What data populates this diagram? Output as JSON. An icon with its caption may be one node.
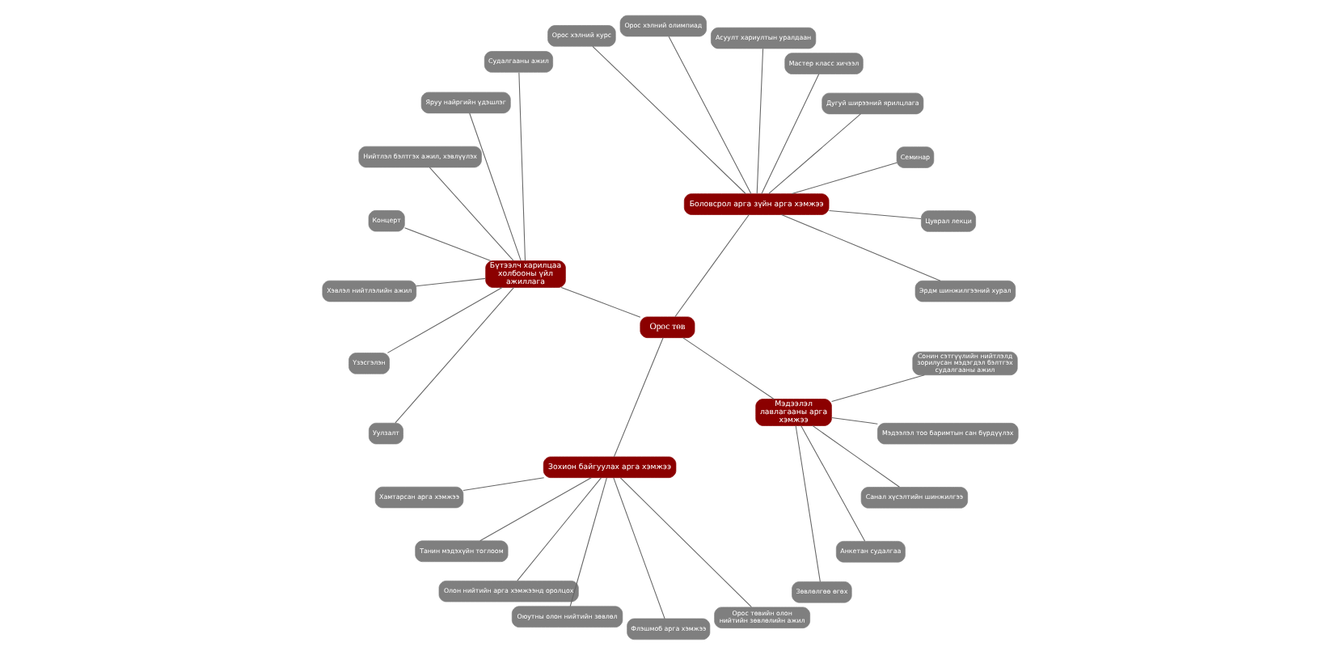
{
  "diagram": {
    "nodes": [
      {
        "text": [
          "Орос төв"
        ]
      },
      {
        "text": [
          "Боловсрол арга зүйн арга хэмжээ"
        ]
      },
      {
        "text": [
          "Эрдм шинжилгээний хурал"
        ]
      },
      {
        "text": [
          "Цуврал лекци"
        ]
      },
      {
        "text": [
          "Семинар"
        ]
      },
      {
        "text": [
          "Дугуй ширээний ярилцлага"
        ]
      },
      {
        "text": [
          "Мастер класс хичээл"
        ]
      },
      {
        "text": [
          "Асуулт хариултын уралдаан"
        ]
      },
      {
        "text": [
          "Орос хэлний олимпиад"
        ]
      },
      {
        "text": [
          "Орос хэлний курс"
        ]
      },
      {
        "text": [
          "Бүтээлч харилцаа холбооны үйл ажиллага"
        ]
      },
      {
        "text": [
          "Судалгааны ажил"
        ]
      },
      {
        "text": [
          "Яруу найргийн үдэшлэг"
        ]
      },
      {
        "text": [
          "Нийтлэл бэлтгэх ажил, хэвлүүлэх"
        ]
      },
      {
        "text": [
          "Концерт"
        ]
      },
      {
        "text": [
          "Хэвлэл нийтлэлийн ажил"
        ]
      },
      {
        "text": [
          "Үзэсгэлэн"
        ]
      },
      {
        "text": [
          "Уулзалт"
        ]
      },
      {
        "text": [
          "Зохион байгуулах арга хэмжээ"
        ]
      },
      {
        "text": [
          "Хамтарсан арга хэмжээ"
        ]
      },
      {
        "text": [
          "Танин мэдэхүйн тоглоом"
        ]
      },
      {
        "text": [
          "Олон нийтийн арга хэмжээнд оролцох"
        ]
      },
      {
        "text": [
          "Оюутны олон нийтийн зөвлөл"
        ]
      },
      {
        "text": [
          "Флэшмоб арга хэмжээ"
        ]
      },
      {
        "text": [
          "Орос төвийн олон нийтийн зөвлөлийн ажил"
        ]
      },
      {
        "text": [
          "Мэдээлэл лавлагааны арга хэмжээ"
        ]
      },
      {
        "text": [
          "Зөвлөлгөө өгөх"
        ]
      },
      {
        "text": [
          "Анкетан судалгаа"
        ]
      },
      {
        "text": [
          "Санал хүсэлтийн шинжилгээ"
        ]
      },
      {
        "text": [
          "Мэдээлэл тоо баримтын сан бүрдүүлэх"
        ]
      },
      {
        "text": [
          "Сонин сэтгүүлийн нийтлэлд зорилусан мэдэгдэл бэлтгэх судалгааны ажил"
        ]
      }
    ],
    "edges": [
      {
        "from": 0,
        "to": 1,
        "arrow": "none"
      },
      {
        "from": 0,
        "to": 10,
        "arrow": "none"
      },
      {
        "from": 0,
        "to": 18,
        "arrow": "none"
      },
      {
        "from": 0,
        "to": 25,
        "arrow": "none"
      },
      {
        "from": 1,
        "to": 2,
        "arrow": "none"
      },
      {
        "from": 1,
        "to": 3,
        "arrow": "none"
      },
      {
        "from": 1,
        "to": 4,
        "arrow": "none"
      },
      {
        "from": 1,
        "to": 5,
        "arrow": "none"
      },
      {
        "from": 1,
        "to": 6,
        "arrow": "none"
      },
      {
        "from": 1,
        "to": 7,
        "arrow": "none"
      },
      {
        "from": 1,
        "to": 8,
        "arrow": "none"
      },
      {
        "from": 1,
        "to": 9,
        "arrow": "none"
      },
      {
        "from": 10,
        "to": 11,
        "arrow": "none"
      },
      {
        "from": 10,
        "to": 12,
        "arrow": "none"
      },
      {
        "from": 10,
        "to": 13,
        "arrow": "none"
      },
      {
        "from": 10,
        "to": 14,
        "arrow": "none"
      },
      {
        "from": 10,
        "to": 15,
        "arrow": "none"
      },
      {
        "from": 10,
        "to": 16,
        "arrow": "none"
      },
      {
        "from": 10,
        "to": 17,
        "arrow": "none"
      },
      {
        "from": 18,
        "to": 19,
        "arrow": "none"
      },
      {
        "from": 18,
        "to": 20,
        "arrow": "none"
      },
      {
        "from": 18,
        "to": 21,
        "arrow": "none"
      },
      {
        "from": 18,
        "to": 22,
        "arrow": "none"
      },
      {
        "from": 18,
        "to": 23,
        "arrow": "none"
      },
      {
        "from": 18,
        "to": 24,
        "arrow": "none"
      },
      {
        "from": 25,
        "to": 26,
        "arrow": "none"
      },
      {
        "from": 25,
        "to": 27,
        "arrow": "none"
      },
      {
        "from": 25,
        "to": 28,
        "arrow": "none"
      },
      {
        "from": 25,
        "to": 29,
        "arrow": "none"
      },
      {
        "from": 25,
        "to": 30,
        "arrow": "none"
      }
    ]
  }
}
